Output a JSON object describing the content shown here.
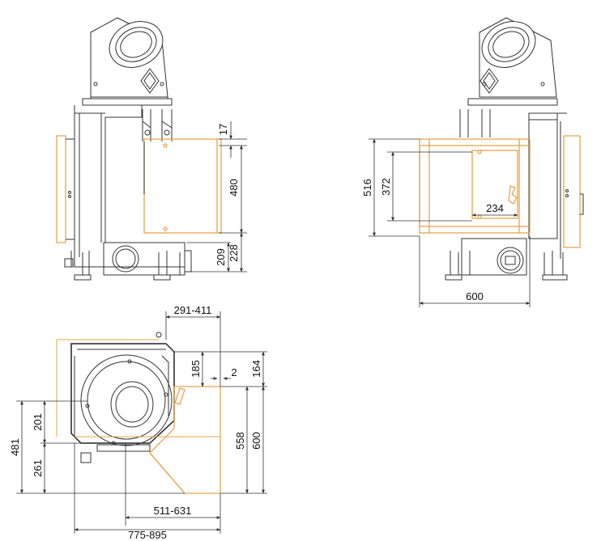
{
  "colors": {
    "line": "#333333",
    "accent_orange": "#e8a44a",
    "background": "#ffffff"
  },
  "front_view": {
    "dimensions": {
      "d17": "17",
      "d480": "480",
      "d228": "228",
      "d209": "209"
    }
  },
  "side_view": {
    "dimensions": {
      "d516": "516",
      "d372": "372",
      "d234": "234",
      "d600": "600"
    }
  },
  "top_view": {
    "dimensions": {
      "d291_411": "291-411",
      "d164": "164",
      "d185": "185",
      "d2": "2",
      "d201": "201",
      "d481": "481",
      "d261": "261",
      "d558": "558",
      "d600": "600",
      "d511_631": "511-631",
      "d775_895": "775-895"
    }
  }
}
